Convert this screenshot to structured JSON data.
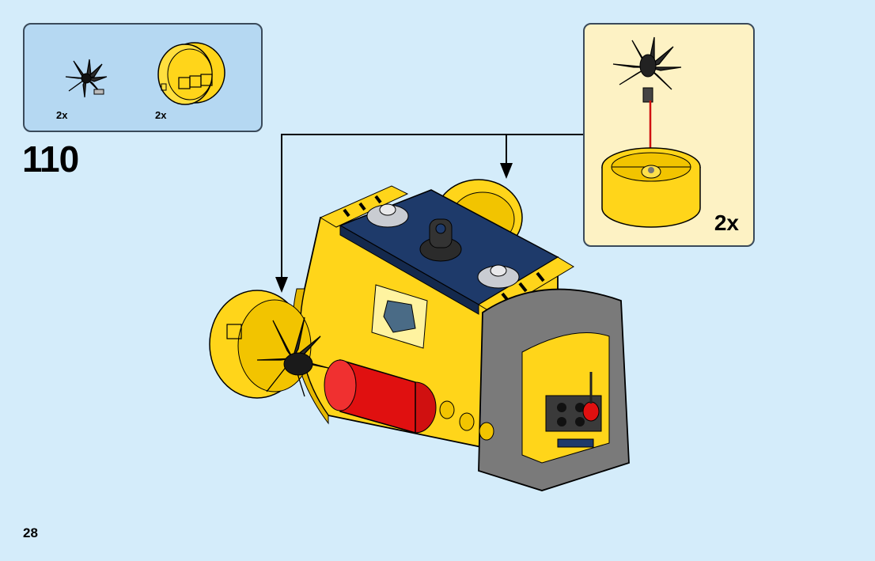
{
  "parts_callout": {
    "items": [
      {
        "name": "propeller",
        "qty": "2x"
      },
      {
        "name": "yellow-round-housing",
        "qty": "2x"
      }
    ]
  },
  "step": {
    "number": "110"
  },
  "sub_assembly": {
    "qty": "2x"
  },
  "page": {
    "number": "28"
  },
  "colors": {
    "background": "#d4ecfa",
    "parts_panel": "#b5d8f2",
    "sub_panel": "#fdf2c4",
    "yellow": "#ffd51a",
    "dark_blue": "#1e3a6a",
    "gray": "#7a7a7a",
    "red": "#e01010"
  }
}
